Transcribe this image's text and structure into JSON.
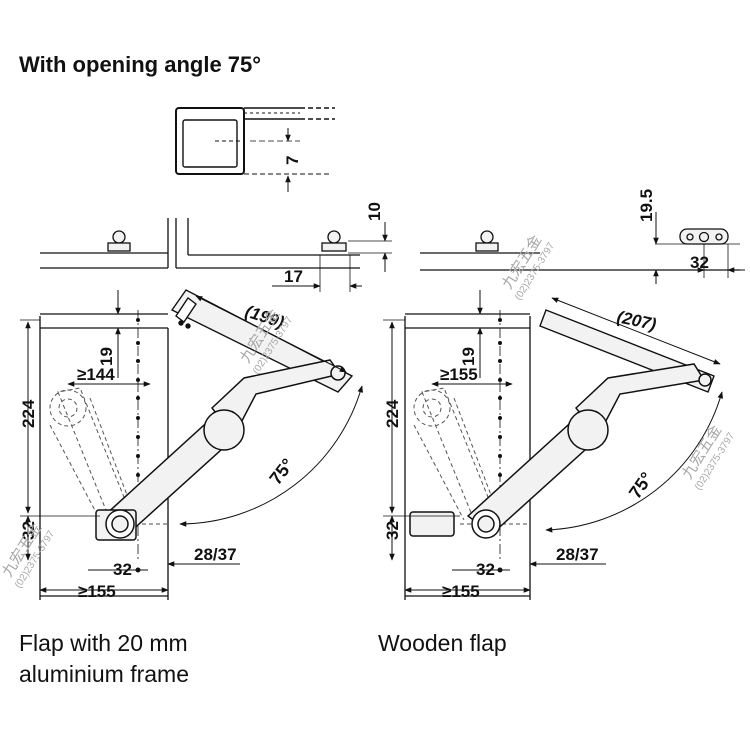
{
  "title": "With opening angle 75°",
  "captions": {
    "left_line1": "Flap with 20 mm",
    "left_line2": "aluminium frame",
    "right_line1": "Wooden flap"
  },
  "dimensions": {
    "frame_gap": "7",
    "mount_height": "10",
    "mount_offset": "17",
    "plate_height": "19.5",
    "plate_width": "32",
    "left_arc": "(199)",
    "right_arc": "(207)",
    "left_top": "19",
    "right_top": "19",
    "left_reach": "≥144",
    "right_reach": "≥155",
    "left_height": "224",
    "right_height": "224",
    "left_base": "32",
    "right_base": "32",
    "left_bottom": "32",
    "right_bottom": "32",
    "left_thickness": "28/37",
    "right_thickness": "28/37",
    "left_width": "≥155",
    "right_width": "≥155",
    "left_angle": "75°",
    "right_angle": "75°"
  },
  "watermark": {
    "chars": "九宏五金",
    "phone": "(02)2375-3797"
  },
  "colors": {
    "ink": "#111111",
    "part_fill": "#f2f2f2",
    "watermark": "#a8a8a8"
  }
}
